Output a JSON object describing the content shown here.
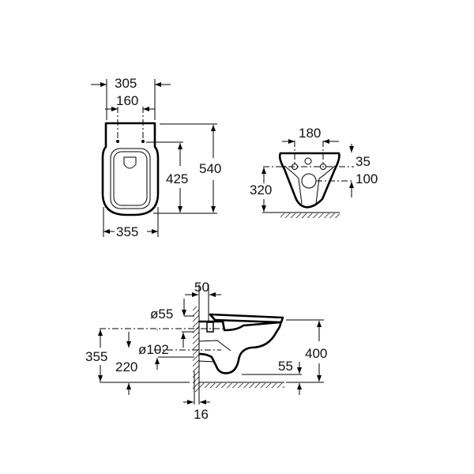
{
  "top_view": {
    "width_total": "305",
    "fixing_spacing": "160",
    "length": "540",
    "fixing_to_front": "425",
    "seat_width": "355"
  },
  "rear_view": {
    "fixing_spacing": "180",
    "top_to_fixing": "35",
    "fixing_to_outlet": "100",
    "outlet_height": "320"
  },
  "side_view": {
    "inlet_diameter": "ø55",
    "outlet_diameter": "ø102",
    "inlet_offset": "50",
    "wall_thickness": "16",
    "fixing_height": "355",
    "outlet_height": "220",
    "rim_height": "400",
    "base_clearance": "55"
  },
  "colors": {
    "line": "#000000",
    "background": "#ffffff"
  }
}
